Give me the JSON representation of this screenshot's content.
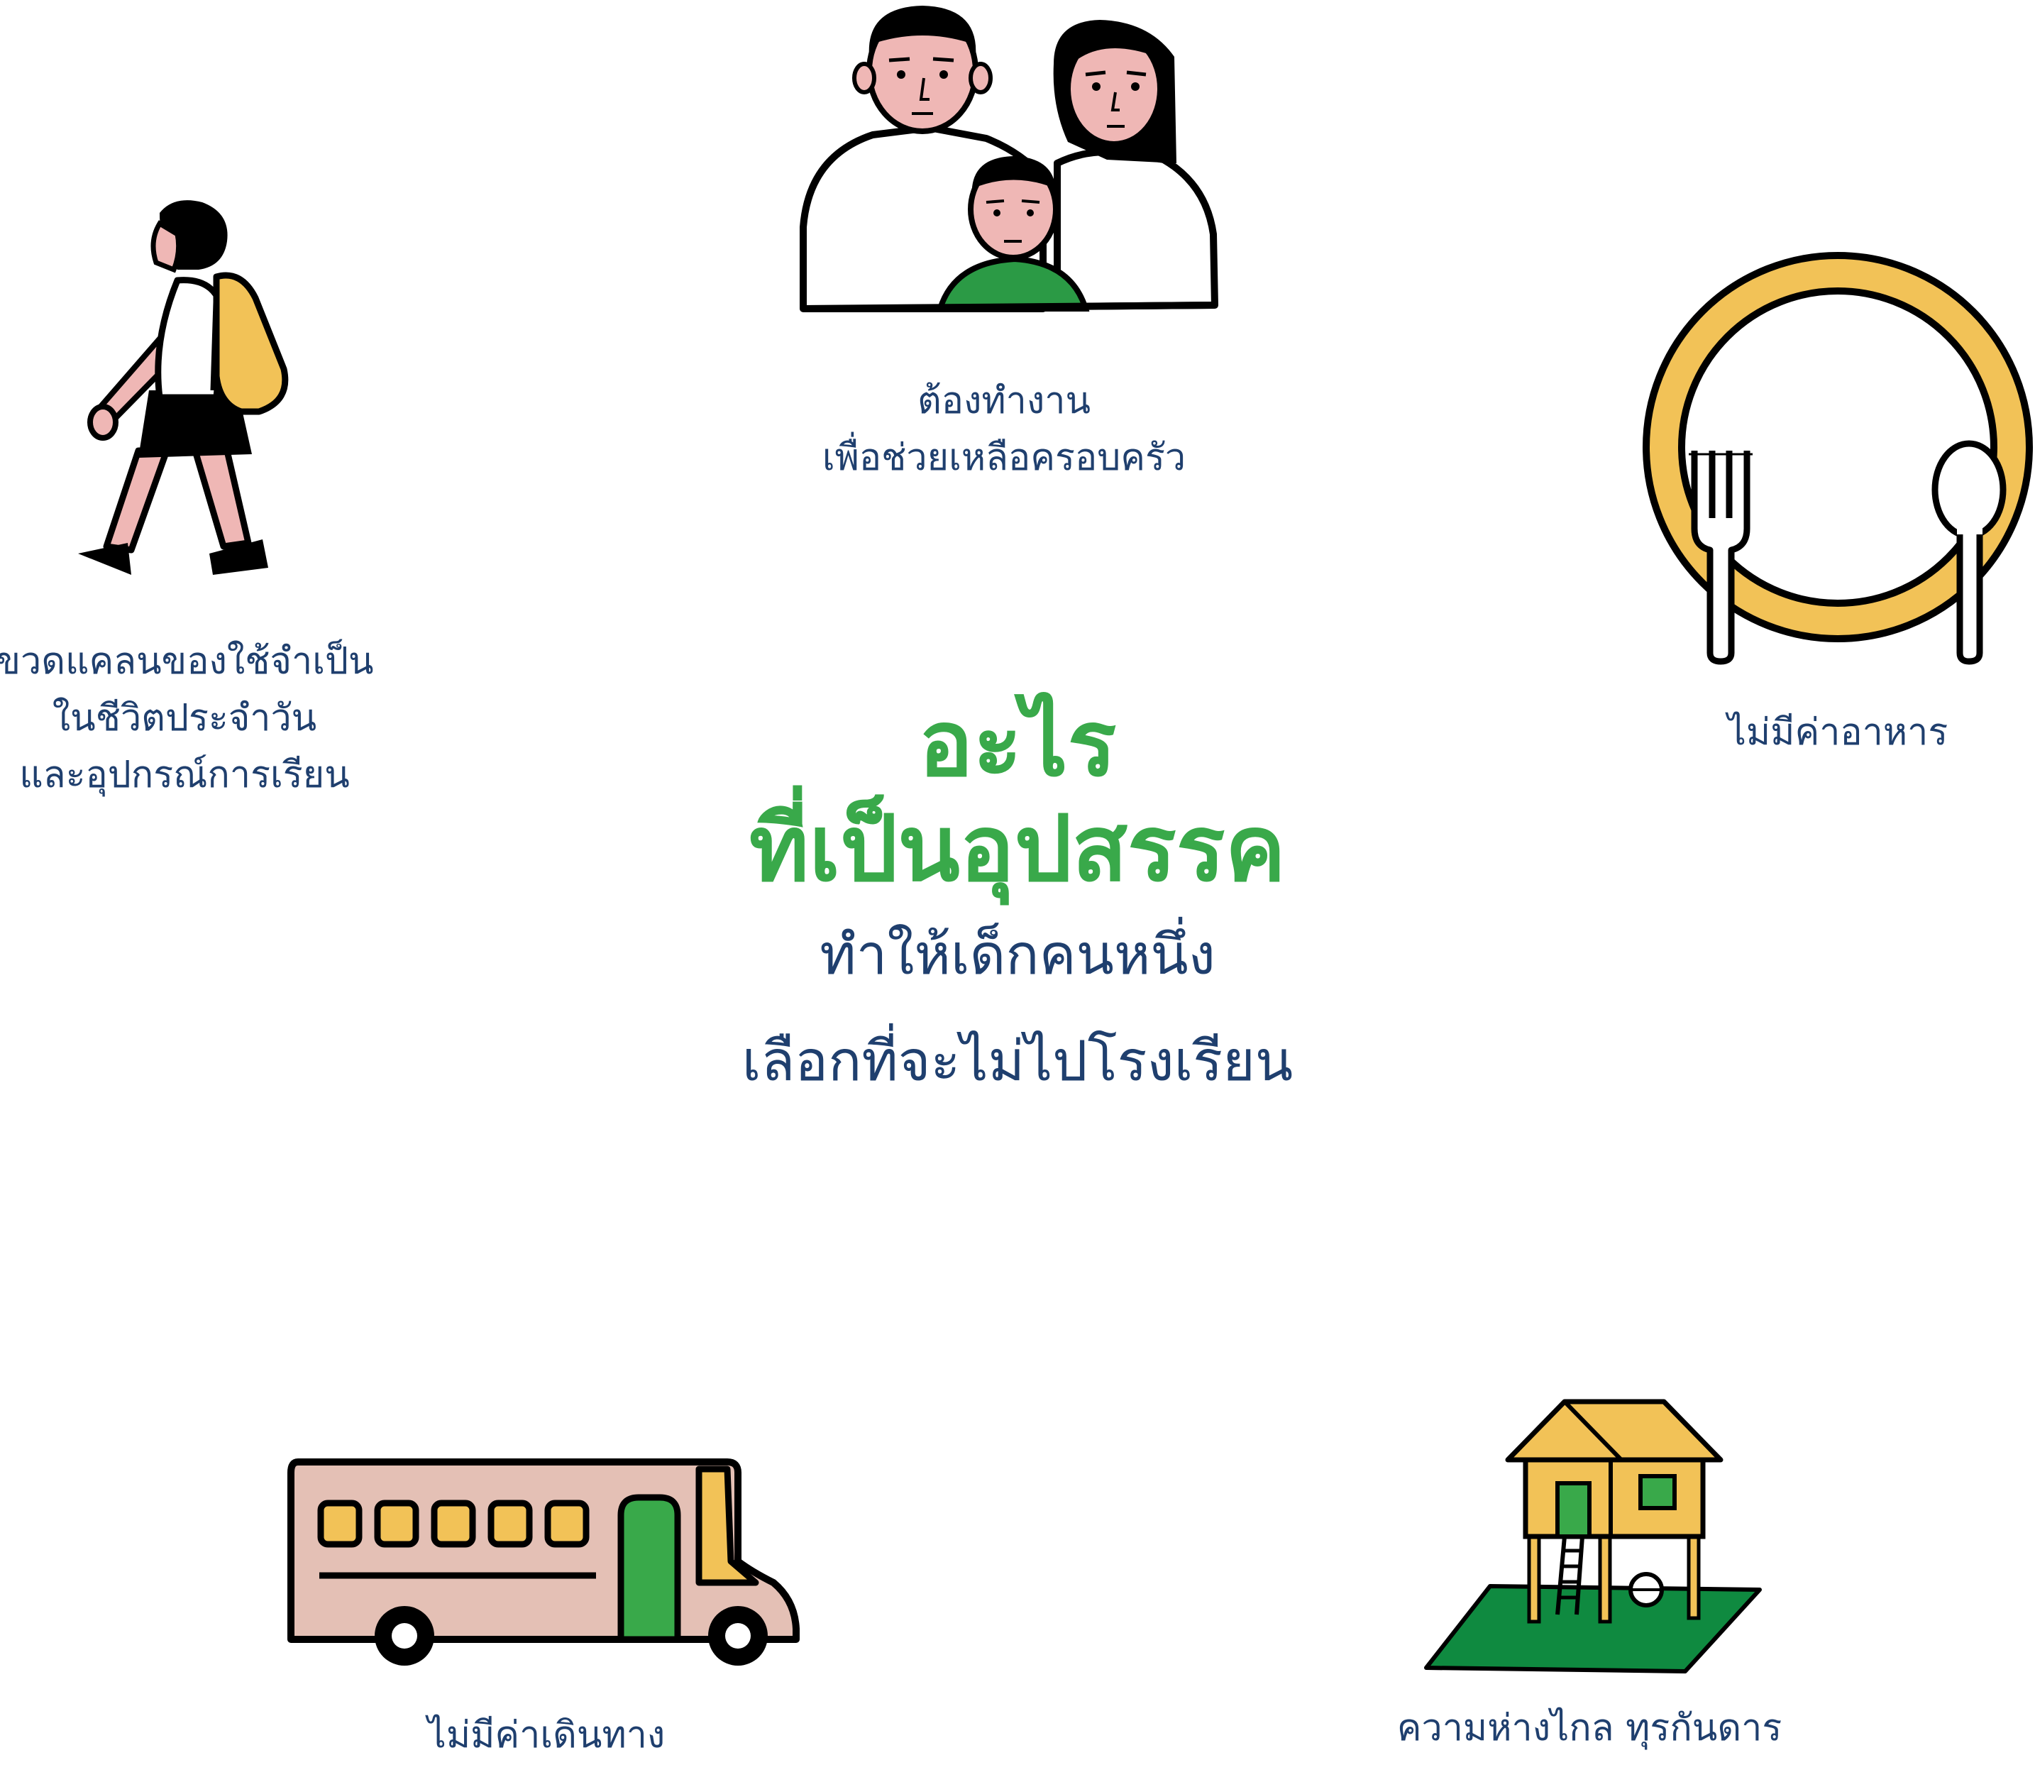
{
  "heading": {
    "title_line1": "อะไร",
    "title_line2": "ที่เป็นอุปสรรค",
    "subtitle_line1": "ทำให้เด็กคนหนึ่ง",
    "subtitle_line2": "เลือกที่จะไม่ไปโรงเรียน"
  },
  "barriers": [
    {
      "icon": "family-icon",
      "lines": [
        "ต้องทำงาน",
        "เพื่อช่วยเหลือครอบครัว"
      ]
    },
    {
      "icon": "student-walking-icon",
      "lines": [
        "ขวดแคลนของใช้จำเป็น",
        "ในชีวิตประจำวัน",
        "และอุปกรณ์การเรียน"
      ]
    },
    {
      "icon": "empty-plate-icon",
      "lines": [
        "ไม่มีค่าอาหาร"
      ]
    },
    {
      "icon": "bus-icon",
      "lines": [
        "ไม่มีค่าเดินทาง"
      ]
    },
    {
      "icon": "stilt-house-icon",
      "lines": [
        "ความห่างไกล ทุรกันดาร"
      ]
    }
  ],
  "colors": {
    "title_green": "#39a94a",
    "text_navy": "#1f3f6e",
    "yellow": "#f2c257",
    "skin": "#efb7b5",
    "shirt_green": "#2b9a45",
    "bus_pink": "#e4c0b5",
    "grass_green": "#0f8a40"
  }
}
